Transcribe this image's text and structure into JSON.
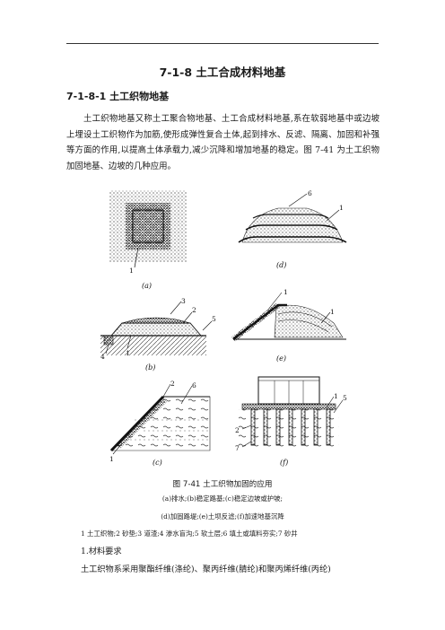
{
  "header": {
    "title": "7-1-8  土工合成材料地基",
    "subtitle": "7-1-8-1  土工织物地基"
  },
  "body": {
    "paragraph": "土工织物地基又称土工聚合物地基、土工合成材料地基,系在软弱地基中或边坡上埋设土工织物作为加筋,使形成弹性复合土体,起到排水、反滤、隔离、加固和补强等方面的作用,以提高土体承载力,减少沉降和增加地基的稳定。图 7-41 为土工织物加固地基、边坡的几种应用。"
  },
  "figure": {
    "panels": {
      "a": "(a)",
      "b": "(b)",
      "c": "(c)",
      "d": "(d)",
      "e": "(e)",
      "f": "(f)"
    },
    "callouts": {
      "a1": "1",
      "b1": "1",
      "b2": "2",
      "b3": "3",
      "b4": "4",
      "b5": "5",
      "c1": "1",
      "c2": "2",
      "c6": "6",
      "d1": "1",
      "d6": "6",
      "e1a": "1",
      "e1b": "1",
      "f1": "1",
      "f2": "2",
      "f5": "5",
      "f7": "7"
    },
    "caption": "图 7-41  土工织物加固的应用",
    "caption_lines": [
      "(a)排水;(b)稳定路基;(c)稳定边坡或护坡;",
      "(d)加固路堤;(e)土坝反滤;(f)加速地基沉降"
    ],
    "legend": "1 土工织物;2 砂垫;3 道渣;4 渗水盲沟;5 软土层;6 填土或填料夯实;7 砂井"
  },
  "section": {
    "heading": "1.材料要求",
    "text": "土工织物系采用聚酯纤维(涤纶)、聚丙纤维(腈纶)和聚丙烯纤维(丙纶)"
  }
}
